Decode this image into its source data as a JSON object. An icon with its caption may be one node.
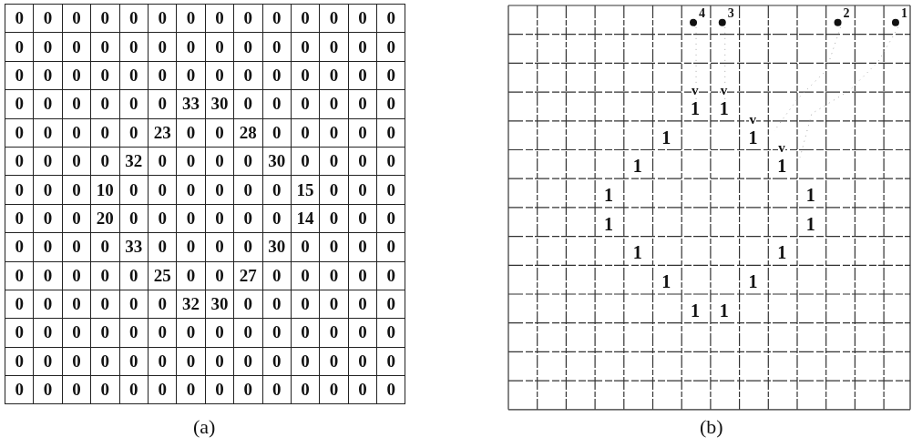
{
  "diagram": {
    "labels": [
      "0",
      "0",
      "0",
      "0",
      "0",
      "0",
      "0",
      "0",
      "0",
      "0",
      "0",
      "0",
      "0",
      "0",
      "0",
      "0",
      "0",
      "0",
      "0",
      "0",
      "0",
      "0",
      "0",
      "0",
      "0",
      "0",
      "0",
      "0",
      "0",
      "0",
      "0",
      "0",
      "0",
      "0",
      "0",
      "0",
      "0",
      "0",
      "0",
      "0",
      "0",
      "0",
      "0",
      "0",
      "0",
      "0",
      "0",
      "0",
      "33",
      "30",
      "0",
      "0",
      "0",
      "0",
      "0",
      "0",
      "0",
      "0",
      "0",
      "0",
      "0",
      "23",
      "0",
      "0",
      "28",
      "0",
      "0",
      "0",
      "0",
      "0",
      "0",
      "0",
      "0",
      "0",
      "32",
      "0",
      "0",
      "0",
      "0",
      "30",
      "0",
      "0",
      "0",
      "0",
      "0",
      "0",
      "0",
      "10",
      "0",
      "0",
      "0",
      "0",
      "0",
      "0",
      "15",
      "0",
      "0",
      "0",
      "0",
      "0",
      "0",
      "20",
      "0",
      "0",
      "0",
      "0",
      "0",
      "0",
      "14",
      "0",
      "0",
      "0",
      "0",
      "0",
      "0",
      "0",
      "33",
      "0",
      "0",
      "0",
      "0",
      "30",
      "0",
      "0",
      "0",
      "0",
      "0",
      "0",
      "0",
      "0",
      "0",
      "25",
      "0",
      "0",
      "27",
      "0",
      "0",
      "0",
      "0",
      "0",
      "0",
      "0",
      "0",
      "0",
      "0",
      "0",
      "32",
      "30",
      "0",
      "0",
      "0",
      "0",
      "0",
      "0",
      "0",
      "0",
      "0",
      "0",
      "0",
      "0",
      "0",
      "0",
      "0",
      "0",
      "0",
      "0",
      "0",
      "0",
      "0",
      "0",
      "0",
      "0",
      "0",
      "0",
      "0",
      "0",
      "0",
      "0",
      "0",
      "0",
      "0",
      "0",
      "0",
      "0",
      "0",
      "0",
      "0",
      "0",
      "0",
      "0",
      "0",
      "0",
      "0",
      "0",
      "0",
      "0",
      "4",
      "3",
      "2",
      "1",
      "v",
      "v",
      "1",
      "1",
      "v",
      "1",
      "1",
      "v",
      "1",
      "1",
      "1",
      "1",
      "1",
      "1",
      "1",
      "1",
      "1",
      "1",
      "1",
      "1",
      "(a)",
      "(b)"
    ]
  }
}
